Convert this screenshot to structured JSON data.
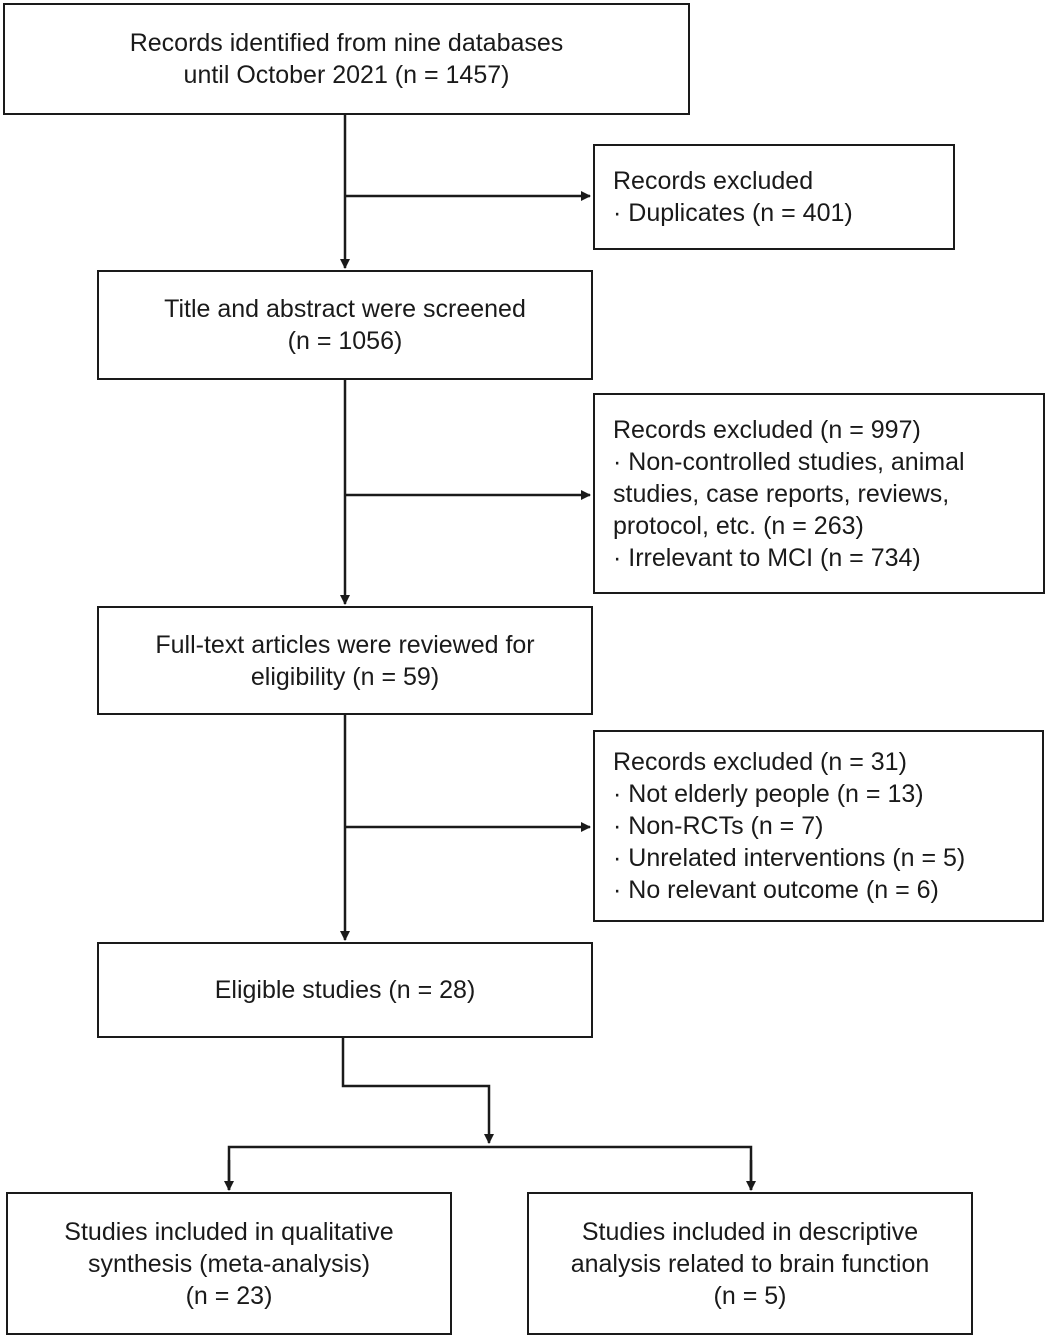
{
  "boxes": {
    "records_identified": {
      "lines": [
        "Records identified from nine databases",
        "until October 2021 (n = 1457)"
      ]
    },
    "excluded_duplicates": {
      "lines": [
        "Records excluded",
        "· Duplicates (n = 401)"
      ]
    },
    "title_abstract": {
      "lines": [
        "Title and abstract were screened",
        "(n = 1056)"
      ]
    },
    "excluded_screening": {
      "lines": [
        "Records excluded (n = 997)",
        "· Non-controlled studies, animal",
        "studies, case reports, reviews,",
        "protocol, etc. (n = 263)",
        "· Irrelevant to MCI (n = 734)"
      ]
    },
    "full_text": {
      "lines": [
        "Full-text articles were reviewed for",
        "eligibility (n = 59)"
      ]
    },
    "excluded_fulltext": {
      "lines": [
        "Records excluded (n = 31)",
        "· Not elderly people (n = 13)",
        "· Non-RCTs (n = 7)",
        "· Unrelated interventions (n = 5)",
        "· No relevant outcome (n = 6)"
      ]
    },
    "eligible": {
      "lines": [
        "Eligible studies (n = 28)"
      ]
    },
    "qualitative": {
      "lines": [
        "Studies included in qualitative",
        "synthesis (meta-analysis)",
        "(n = 23)"
      ]
    },
    "descriptive": {
      "lines": [
        "Studies included in descriptive",
        "analysis related to brain function",
        "(n = 5)"
      ]
    }
  },
  "colors": {
    "stroke": "#1a1a1a",
    "background": "#ffffff"
  }
}
